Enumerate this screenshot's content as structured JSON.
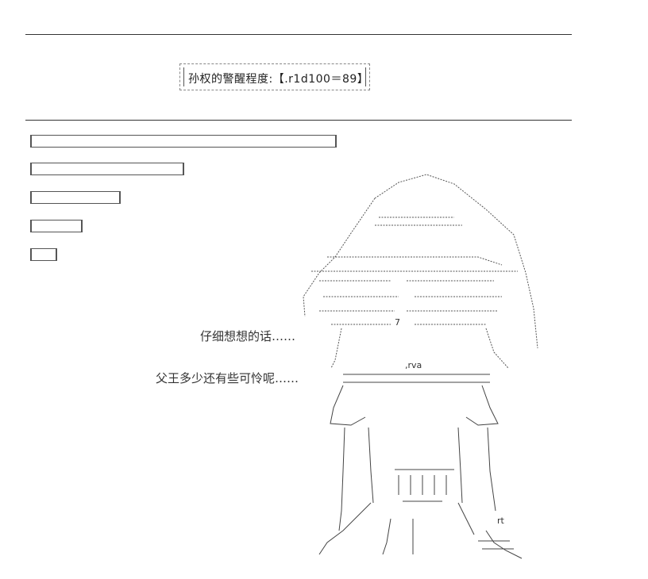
{
  "status": {
    "text": "孙权的警醒程度:【.r1d100＝89】"
  },
  "dialogue": [
    "仔细想想的话……",
    "父王多少还有些可怜呢……"
  ],
  "art": {
    "label_rva": ",rva",
    "label_rt": "rt",
    "label_seven": "7"
  }
}
